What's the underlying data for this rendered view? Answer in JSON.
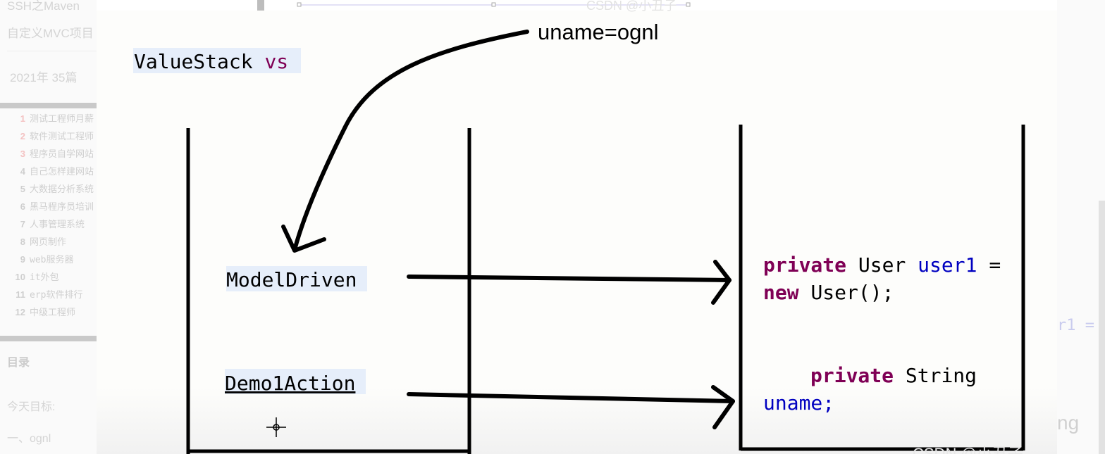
{
  "sidebar": {
    "archive_links": [
      "SSH之Maven",
      "自定义MVC项目"
    ],
    "archive_year": "2021年  35篇",
    "hot_list": [
      {
        "rank": "1",
        "title": "测试工程师月薪"
      },
      {
        "rank": "2",
        "title": "软件测试工程师"
      },
      {
        "rank": "3",
        "title": "程序员自学网站"
      },
      {
        "rank": "4",
        "title": "自己怎样建网站"
      },
      {
        "rank": "5",
        "title": "大数据分析系统"
      },
      {
        "rank": "6",
        "title": "黑马程序员培训"
      },
      {
        "rank": "7",
        "title": "人事管理系统"
      },
      {
        "rank": "8",
        "title": "网页制作"
      },
      {
        "rank": "9",
        "title": "web服务器"
      },
      {
        "rank": "10",
        "title": "it外包"
      },
      {
        "rank": "11",
        "title": "erp软件排行"
      },
      {
        "rank": "12",
        "title": "中级工程师"
      }
    ],
    "toc_title": "目录",
    "toc_items": [
      "今天目标:",
      "一、ognl"
    ]
  },
  "diagram": {
    "title_a": "ValueStack",
    "title_b": "vs",
    "annotation": "uname=ognl",
    "left_items": [
      "ModelDriven",
      "Demo1Action"
    ],
    "code1": {
      "kw": "private",
      "type": "User",
      "var": "user1",
      "op": "=",
      "line2_kw": "new",
      "line2_rest": "User();"
    },
    "code2": {
      "kw": "private",
      "type": "String",
      "var": "uname;"
    },
    "watermark": "CSDN @小丑子"
  },
  "ghost": {
    "text1": "r1 =",
    "text2": "ng"
  },
  "colors": {
    "keyword": "#7f0055",
    "variable": "#0000c0",
    "highlight": "#e6eefa"
  }
}
